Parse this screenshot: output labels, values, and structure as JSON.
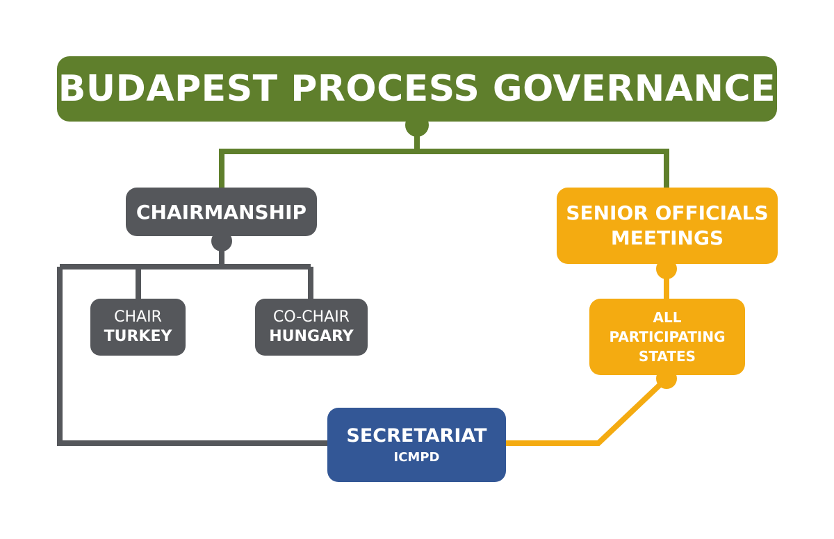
{
  "title": "BUDAPEST PROCESS GOVERNANCE",
  "chairmanship": {
    "label": "CHAIRMANSHIP",
    "chair": {
      "role": "CHAIR",
      "country": "TURKEY"
    },
    "co_chair": {
      "role": "CO-CHAIR",
      "country": "HUNGARY"
    }
  },
  "senior_officials": {
    "line1": "SENIOR OFFICIALS",
    "line2": "MEETINGS"
  },
  "all_states": {
    "line1": "ALL",
    "line2": "PARTICIPATING",
    "line3": "STATES"
  },
  "secretariat": {
    "label": "SECRETARIAT",
    "org": "ICMPD"
  },
  "colors": {
    "green": "#5f7f2c",
    "gray": "#55575b",
    "orange": "#f4ab11",
    "blue": "#335796"
  }
}
